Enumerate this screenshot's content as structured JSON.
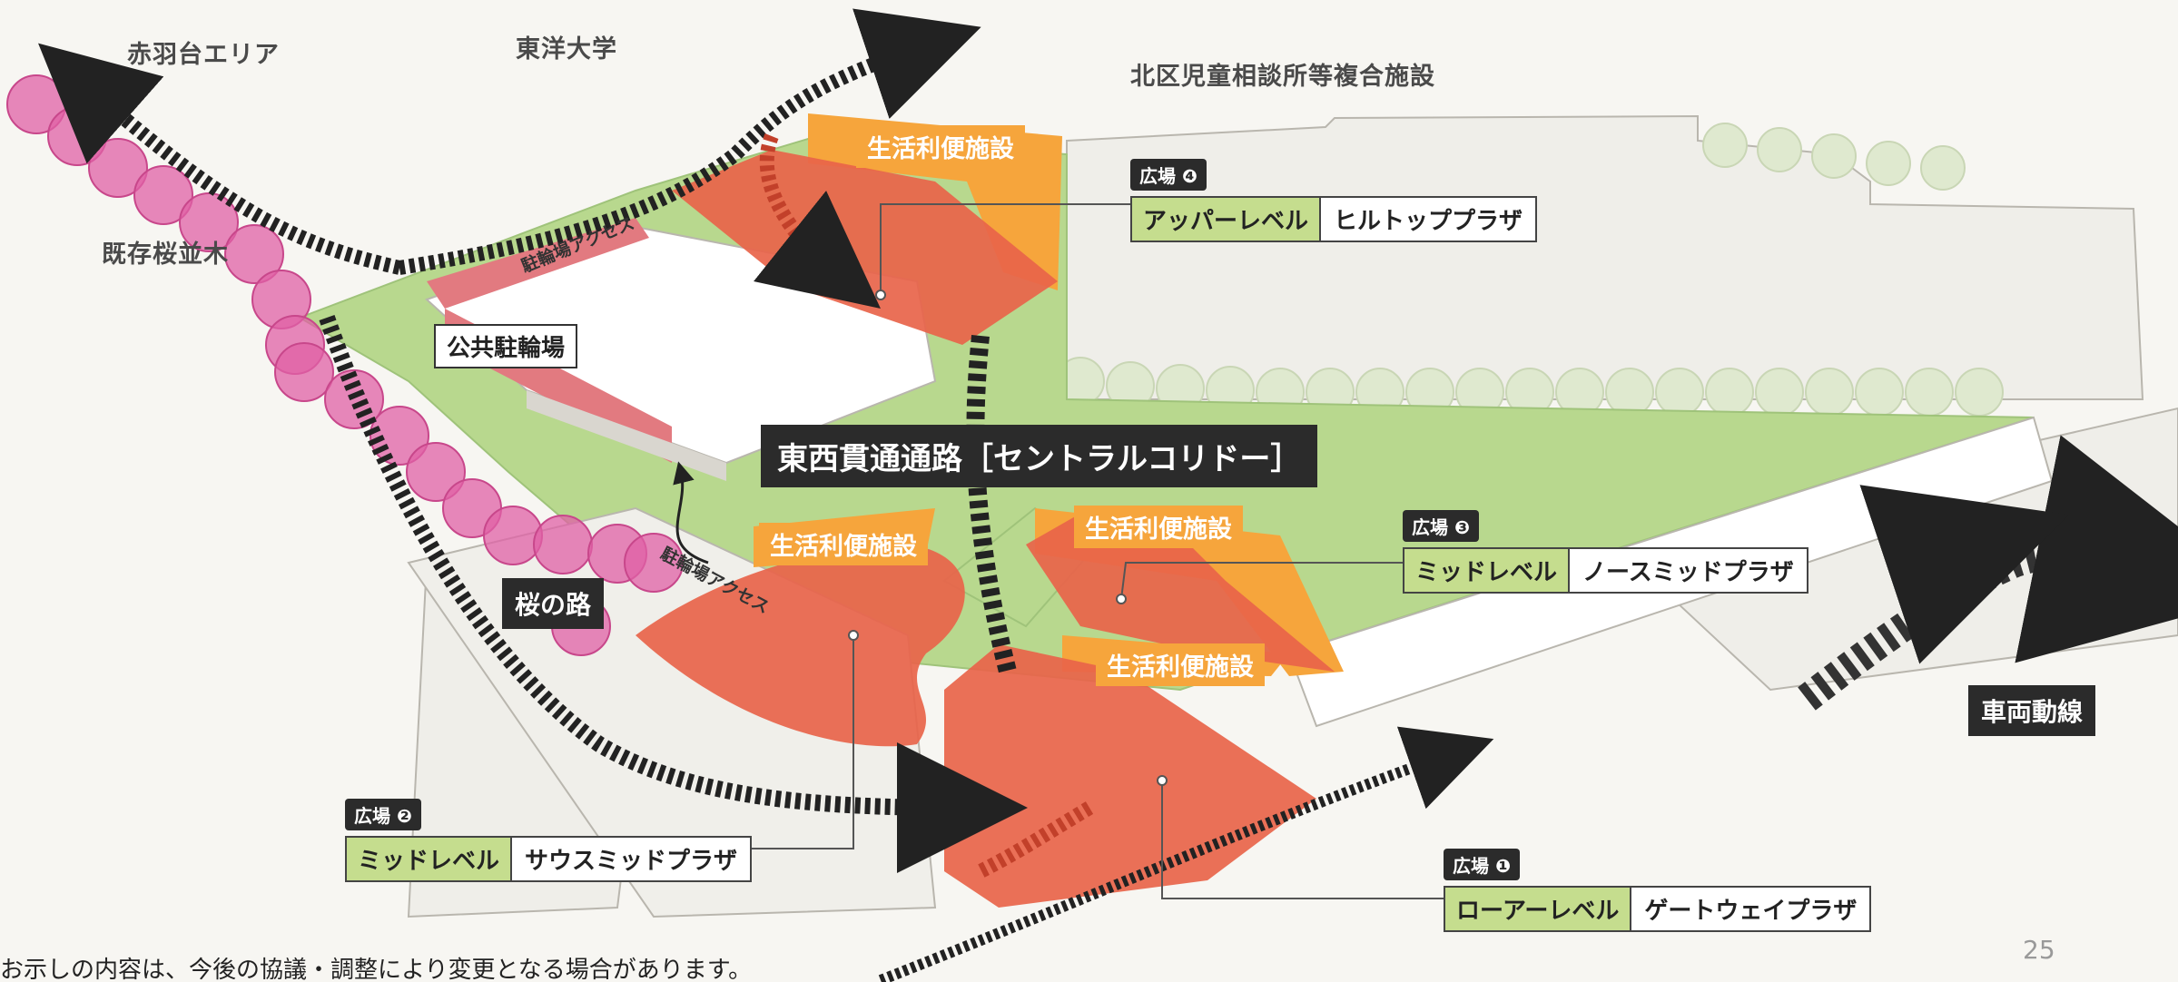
{
  "areas": {
    "akabanedai": "赤羽台エリア",
    "toyo": "東洋大学",
    "kita_facility": "北区児童相談所等複合施設",
    "sakura_trees": "既存桜並木"
  },
  "labels": {
    "public_bike_parking": "公共駐輪場",
    "central_corridor": "東西貫通通路［セントラルコリドー］",
    "sakura_path": "桜の路",
    "vehicle_route": "車両動線",
    "bike_access_top": "駐輪場アクセス",
    "bike_access_mid": "駐輪場アクセス"
  },
  "facilities": {
    "top": "生活利便施設",
    "mid_left": "生活利便施設",
    "mid_right": "生活利便施設",
    "lower": "生活利便施設"
  },
  "plazas": [
    {
      "tag": "広場 ❹",
      "level": "アッパーレベル",
      "name": "ヒルトッププラザ"
    },
    {
      "tag": "広場 ❸",
      "level": "ミッドレベル",
      "name": "ノースミッドプラザ"
    },
    {
      "tag": "広場 ❷",
      "level": "ミッドレベル",
      "name": "サウスミッドプラザ"
    },
    {
      "tag": "広場 ❶",
      "level": "ローアーレベル",
      "name": "ゲートウェイプラザ"
    }
  ],
  "footnote": "お示しの内容は、今後の協議・調整により変更となる場合があります。",
  "page_number": "25",
  "colors": {
    "green": "#b8d88e",
    "plaza_red": "#e8644a",
    "facility_orange": "#f6a53c",
    "sakura_pink": "#e060a6",
    "bike_parking_red": "#e27a80"
  }
}
